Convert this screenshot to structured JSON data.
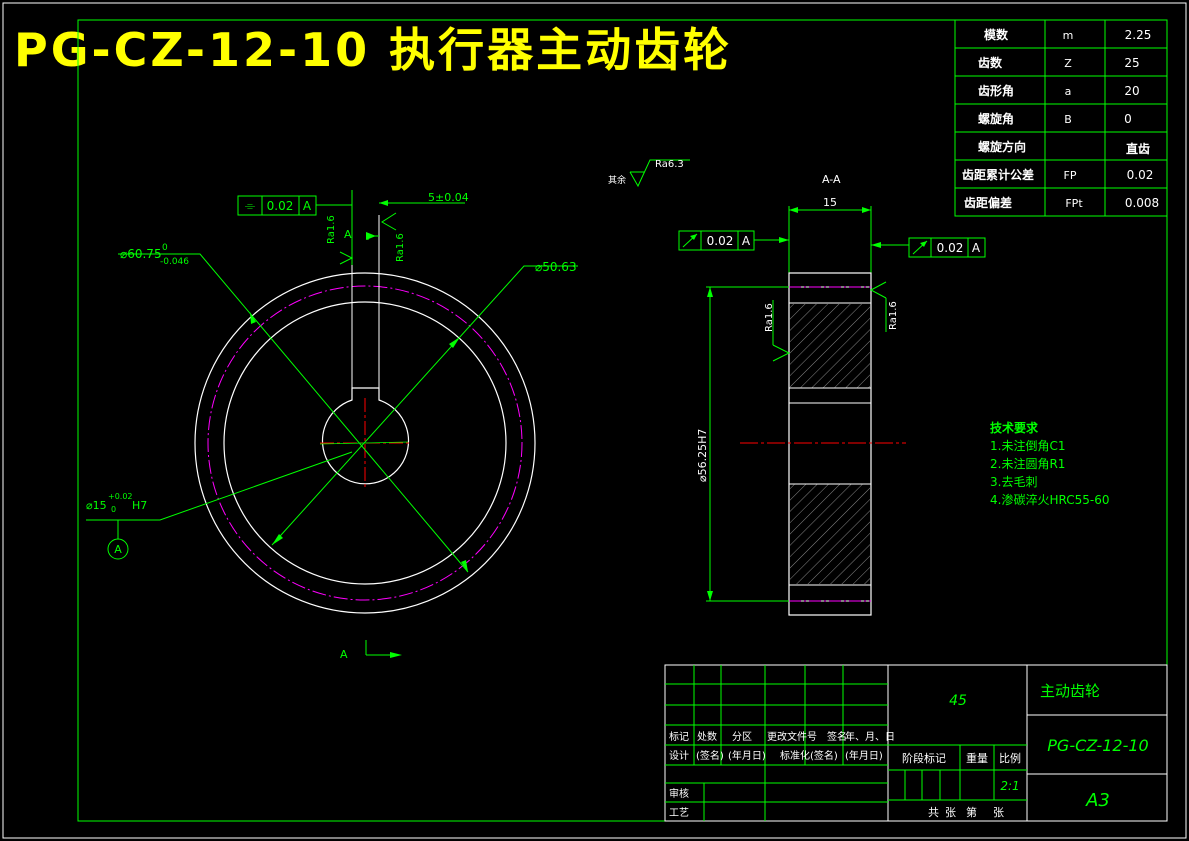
{
  "title": "PG-CZ-12-10 执行器主动齿轮",
  "params": [
    {
      "name": "模数",
      "sym": "m",
      "val": "2.25"
    },
    {
      "name": "齿数",
      "sym": "Z",
      "val": "25"
    },
    {
      "name": "齿形角",
      "sym": "a",
      "val": "20"
    },
    {
      "name": "螺旋角",
      "sym": "B",
      "val": "0"
    },
    {
      "name": "螺旋方向",
      "sym": "",
      "val": "直齿"
    },
    {
      "name": "齿距累计公差",
      "sym": "FP",
      "val": "0.02"
    },
    {
      "name": "齿距偏差",
      "sym": "FPt",
      "val": "0.008"
    }
  ],
  "front": {
    "flatness_sym": "⌯",
    "flatness_tol": "0.02",
    "flatness_datum": "A",
    "key_width": "5±0.04",
    "ra_key1": "Ra1.6",
    "ra_key2": "Ra1.6",
    "section_marker": "A",
    "dia_outer": "⌀60.75",
    "dia_outer_upper": "0",
    "dia_outer_lower": "-0.046",
    "dia_inner": "⌀50.63",
    "bore": "⌀15",
    "bore_upper": "+0.02",
    "bore_lower": "0",
    "bore_fit": "H7",
    "datum": "A",
    "view_arrow_label": "A"
  },
  "side": {
    "rest_label": "其余",
    "rest_ra": "Ra6.3",
    "section_title": "A-A",
    "width": "15",
    "runout_left_tol": "0.02",
    "runout_left_datum": "A",
    "runout_right_tol": "0.02",
    "runout_right_datum": "A",
    "ra_left": "Ra1.6",
    "ra_right": "Ra1.6",
    "dia_pitch": "⌀56.25H7"
  },
  "tech": {
    "heading": "技术要求",
    "items": [
      "1.未注倒角C1",
      "2.未注圆角R1",
      "3.去毛刺",
      "4.渗碳淬火HRC55-60"
    ]
  },
  "titleblock": {
    "material": "45",
    "part_name": "主动齿轮",
    "drawing_no": "PG-CZ-12-10",
    "sheet_size": "A3",
    "scale": "2:1",
    "row_labels": [
      "标记",
      "处数",
      "分区",
      "更改文件号",
      "签名",
      "年、月、日"
    ],
    "row2_labels": [
      "设计",
      "(签名)",
      "(年月日)",
      "标准化",
      "(签名)",
      "(年月日)"
    ],
    "review": "审核",
    "craft": "工艺",
    "stage_label": "阶段标记",
    "weight_label": "重量",
    "scale_label": "比例",
    "sheets": [
      "共",
      "张",
      "第",
      "张"
    ]
  }
}
